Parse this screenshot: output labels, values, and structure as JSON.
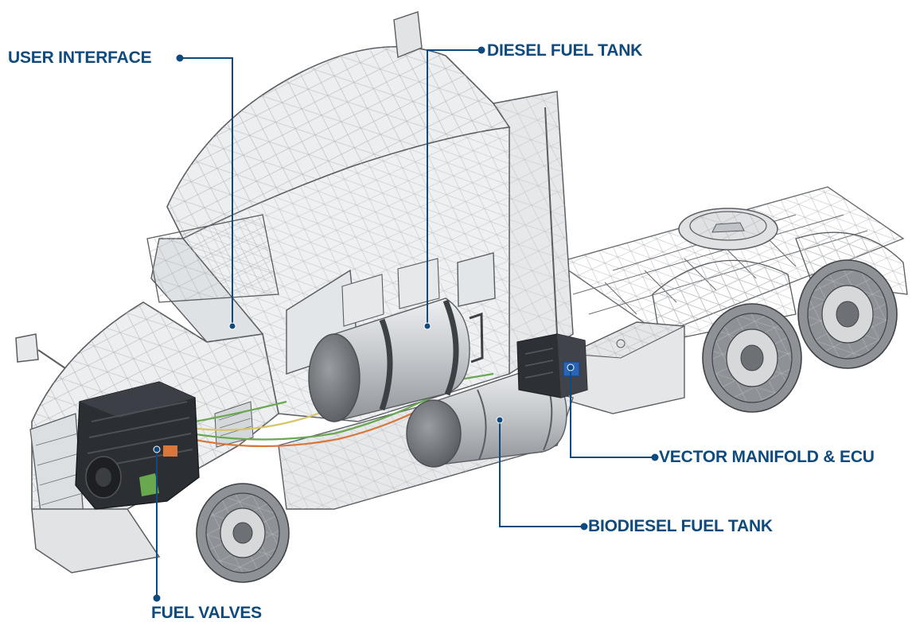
{
  "colors": {
    "callout": "#0f4a7e",
    "outline": "#5a5d62",
    "mesh": "#a5a8ad",
    "cab_fill": "#eceeef",
    "tank_fill": "#c9ccd0",
    "engine": "#2b2e33",
    "accent_green": "#6aa84f",
    "accent_yellow": "#d8c56a",
    "accent_orange": "#d9773a",
    "accent_blue": "#2a63b8"
  },
  "callouts": {
    "user_interface": {
      "label": "USER INTERFACE"
    },
    "diesel_tank": {
      "label": "DIESEL FUEL TANK"
    },
    "vector_manifold": {
      "label": "VECTOR MANIFOLD & ECU"
    },
    "biodiesel_tank": {
      "label": "BIODIESEL FUEL TANK"
    },
    "fuel_valves": {
      "label": "FUEL VALVES"
    }
  },
  "icons": {
    "truck": "semi-truck-wireframe-illustration",
    "engine": "engine-block",
    "diesel_tank": "cylindrical-fuel-tank",
    "biodiesel_tank": "cylindrical-fuel-tank",
    "manifold": "manifold-ecu-module"
  }
}
